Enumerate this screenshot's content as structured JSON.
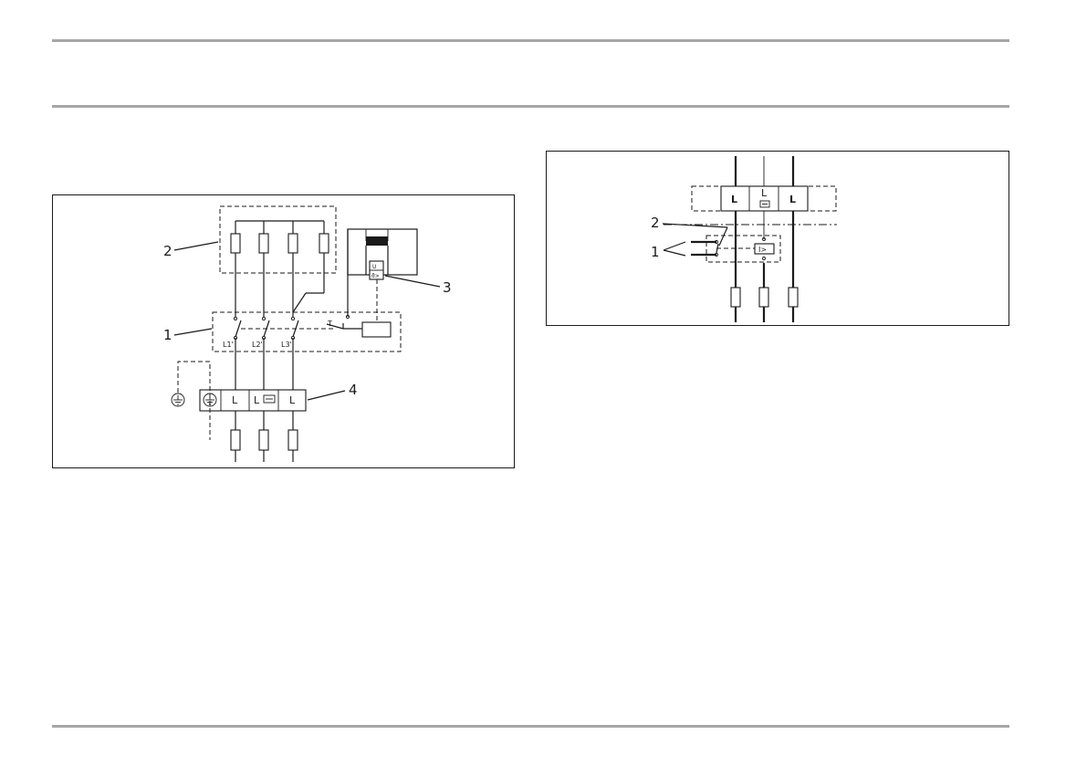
{
  "diagram_left": {
    "callouts": [
      "1",
      "2",
      "3",
      "4"
    ],
    "phase_labels": [
      "L1'",
      "L2'",
      "L3'"
    ],
    "terminal_labels": [
      "L",
      "L",
      "L"
    ],
    "motor_protection_labels": [
      "U",
      "ϑ>"
    ],
    "switch_label": "T"
  },
  "diagram_right": {
    "callouts": [
      "1",
      "2"
    ],
    "terminal_labels": [
      "L",
      "L",
      "L"
    ],
    "overcurrent_label": "I>"
  },
  "colors": {
    "rule": "#a6a6a6",
    "line": "#1a1a1a"
  }
}
